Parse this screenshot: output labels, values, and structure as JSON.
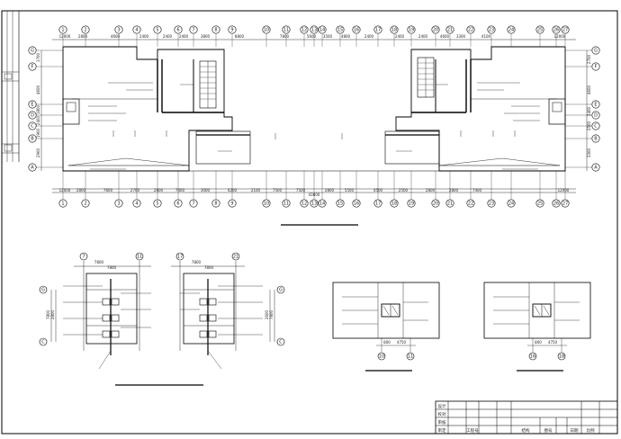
{
  "top_axes": [
    "1",
    "2",
    "3",
    "4",
    "5",
    "6",
    "7",
    "8",
    "9",
    "10",
    "11",
    "12",
    "13",
    "14",
    "15",
    "16",
    "17",
    "18",
    "19",
    "20",
    "21",
    "22",
    "23",
    "24",
    "25",
    "26",
    "27"
  ],
  "bottom_axes": [
    "1",
    "2",
    "3",
    "4",
    "5",
    "6",
    "7",
    "8",
    "9",
    "10",
    "11",
    "12",
    "13",
    "14",
    "15",
    "16",
    "17",
    "18",
    "19",
    "20",
    "21",
    "22",
    "23",
    "24",
    "25",
    "26",
    "27"
  ],
  "left_axes": [
    "G",
    "F",
    "E",
    "D",
    "C",
    "B",
    "A"
  ],
  "right_axes": [
    "G",
    "F",
    "E",
    "D",
    "C",
    "B",
    "A"
  ],
  "top_dims": [
    "12000",
    "2800",
    "4600",
    "2400",
    "2400",
    "2400",
    "3800",
    "8800",
    "7800",
    "5600",
    "3500",
    "4800",
    "2400",
    "2400",
    "2400",
    "4600",
    "3300",
    "4100",
    "12000"
  ],
  "bottom_dims": [
    "12000",
    "2800",
    "7600",
    "2700",
    "2800",
    "7400",
    "3000",
    "4200",
    "2100",
    "7500",
    "7500",
    "2800",
    "5500",
    "4500",
    "2500",
    "2800",
    "2800",
    "7400",
    "12000"
  ],
  "total_dim": "43800",
  "left_dims": [
    "1700",
    "4600",
    "1800",
    "2400",
    "1900",
    "2900"
  ],
  "right_dims": [
    "2700",
    "4600",
    "2400",
    "2500",
    "3300"
  ],
  "detail1": {
    "axes_top": [
      "7",
      "11"
    ],
    "axes_left": [
      "G",
      "C"
    ],
    "dims": [
      "7800",
      "7800"
    ],
    "side_dims": [
      "7800",
      "2800"
    ]
  },
  "detail2": {
    "axes_top": [
      "17",
      "21"
    ],
    "axes_left": [
      "G",
      "C"
    ],
    "dims": [
      "7800",
      "7800"
    ],
    "side_dims": [
      "2600",
      "7800"
    ]
  },
  "detail3": {
    "axes_bottom": [
      "10",
      "11"
    ],
    "dims": [
      "800",
      "4750"
    ]
  },
  "detail4": {
    "axes_bottom": [
      "16",
      "18"
    ],
    "dims": [
      "800",
      "4750"
    ]
  },
  "title_block": {
    "rows": [
      "设计",
      "校对",
      "审核",
      "审定",
      "工程号"
    ],
    "cells": [
      "结构",
      "图号",
      "日期",
      "比例"
    ]
  }
}
